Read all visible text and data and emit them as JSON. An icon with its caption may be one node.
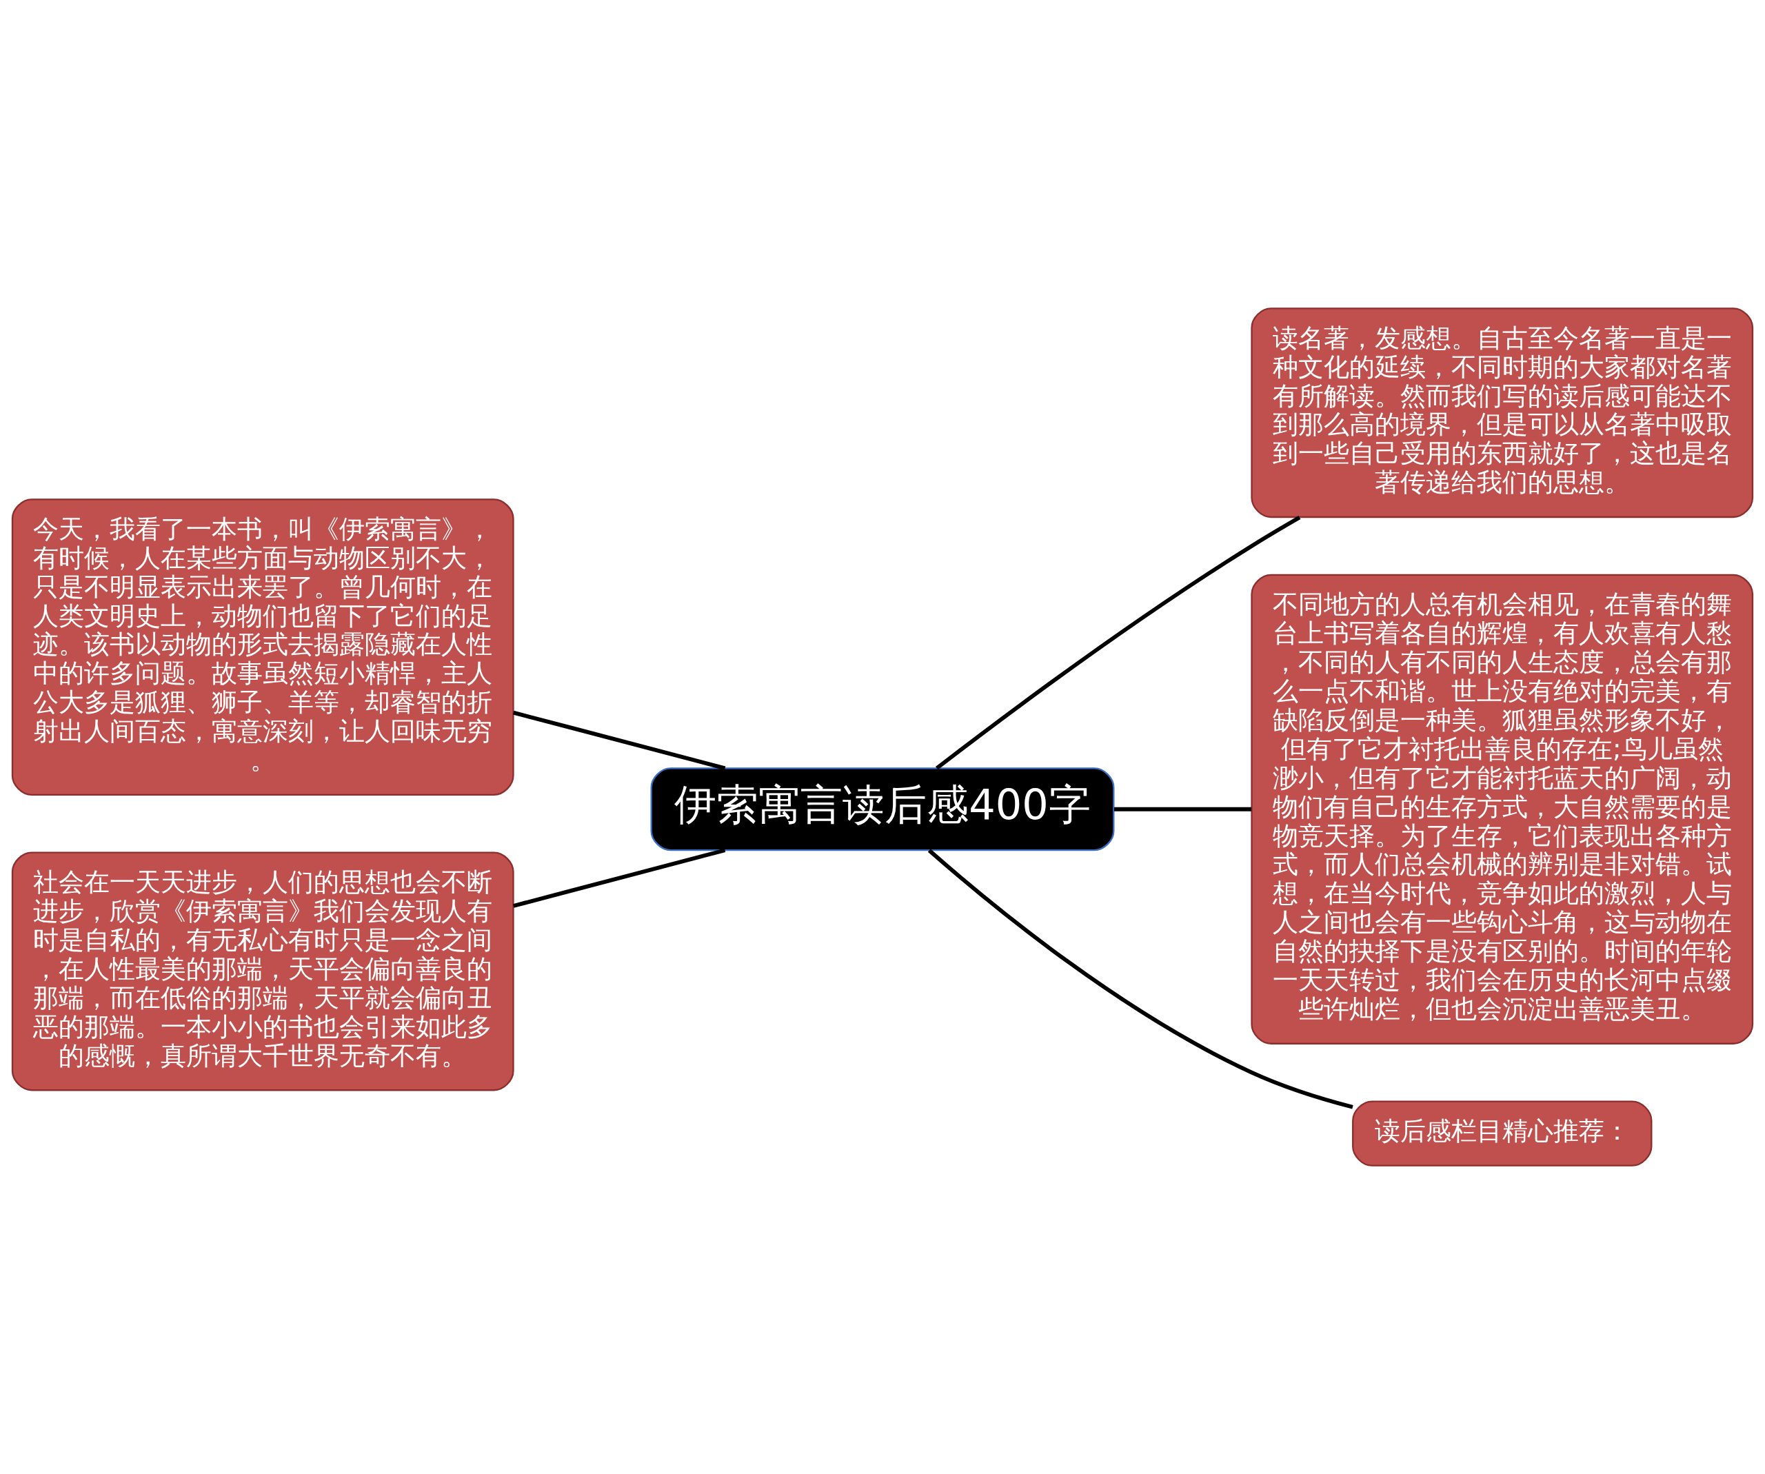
{
  "diagram": {
    "nodes": [
      {
        "text": [
          "伊索寓言读后感400字"
        ]
      },
      {
        "text": [
          "今天，我看了一本书，叫《伊索寓言》，有时候，人在某些方面与动物区别不大，只是不明显表示出来罢了。曾几何时，在人类文明史上，动物们也留下了它们的足迹。该书以动物的形式去揭露隐藏在人性中的许多问题。故事虽然短小精悍，主人公大多是狐狸、狮子、羊等，却睿智的折射出人间百态，寓意深刻，让人回味无穷。"
        ]
      },
      {
        "text": [
          "社会在一天天进步，人们的思想也会不断进步，欣赏《伊索寓言》我们会发现人有时是自私的，有无私心有时只是一念之间，在人性最美的那端，天平会偏向善良的那端，而在低俗的那端，天平就会偏向丑恶的那端。一本小小的书也会引来如此多的感慨，真所谓大千世界无奇不有。"
        ]
      },
      {
        "text": [
          "读名著，发感想。自古至今名著一直是一种文化的延续，不同时期的大家都对名著有所解读。然而我们写的读后感可能达不到那么高的境界，但是可以从名著中吸取到一些自己受用的东西就好了，这也是名著传递给我们的思想。"
        ]
      },
      {
        "text": [
          "不同地方的人总有机会相见，在青春的舞台上书写着各自的辉煌，有人欢喜有人愁，不同的人有不同的人生态度，总会有那么一点不和谐。世上没有绝对的完美，有缺陷反倒是一种美。狐狸虽然形象不好，但有了它才衬托出善良的存在;鸟儿虽然渺小，但有了它才能衬托蓝天的广阔，动物们有自己的生存方式，大自然需要的是物竞天择。为了生存，它们表现出各种方式，而人们总会机械的辨别是非对错。试想，在当今时代，竞争如此的激烈，人与人之间也会有一些钩心斗角，这与动物在自然的抉择下是没有区别的。时间的年轮一天天转过，我们会在历史的长河中点缀些许灿烂，但也会沉淀出善恶美丑。"
        ]
      },
      {
        "text": [
          "读后感栏目精心推荐："
        ]
      }
    ],
    "edges": [
      {
        "from": 0,
        "to": 1,
        "arrow": "none"
      },
      {
        "from": 0,
        "to": 2,
        "arrow": "none"
      },
      {
        "from": 0,
        "to": 3,
        "arrow": "none"
      },
      {
        "from": 0,
        "to": 4,
        "arrow": "none"
      },
      {
        "from": 0,
        "to": 5,
        "arrow": "none"
      }
    ]
  }
}
